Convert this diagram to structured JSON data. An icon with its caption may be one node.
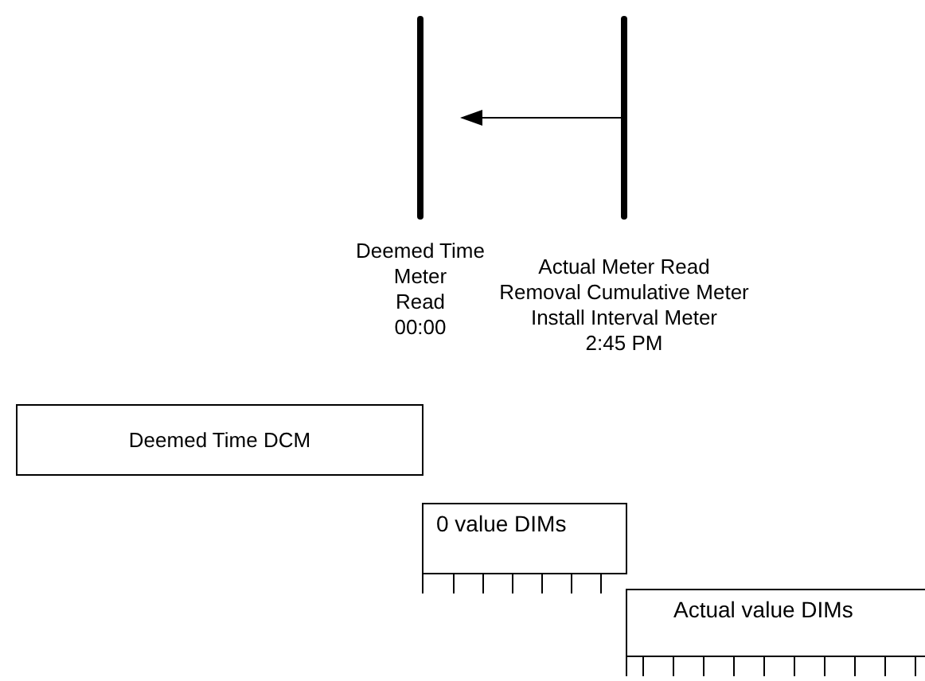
{
  "diagram": {
    "nodes": [
      {
        "text": [
          "Deemed Time",
          "Meter",
          "Read",
          "00:00"
        ]
      },
      {
        "text": [
          "Actual Meter Read",
          "Removal Cumulative Meter",
          "Install Interval Meter",
          "2:45 PM"
        ]
      },
      {
        "text": [
          "Deemed Time DCM"
        ]
      },
      {
        "text": [
          "0 value DIMs"
        ]
      },
      {
        "text": [
          "Actual value DIMs"
        ]
      }
    ],
    "edges": [
      {
        "from": 1,
        "to": 0,
        "arrow": "to"
      }
    ]
  }
}
